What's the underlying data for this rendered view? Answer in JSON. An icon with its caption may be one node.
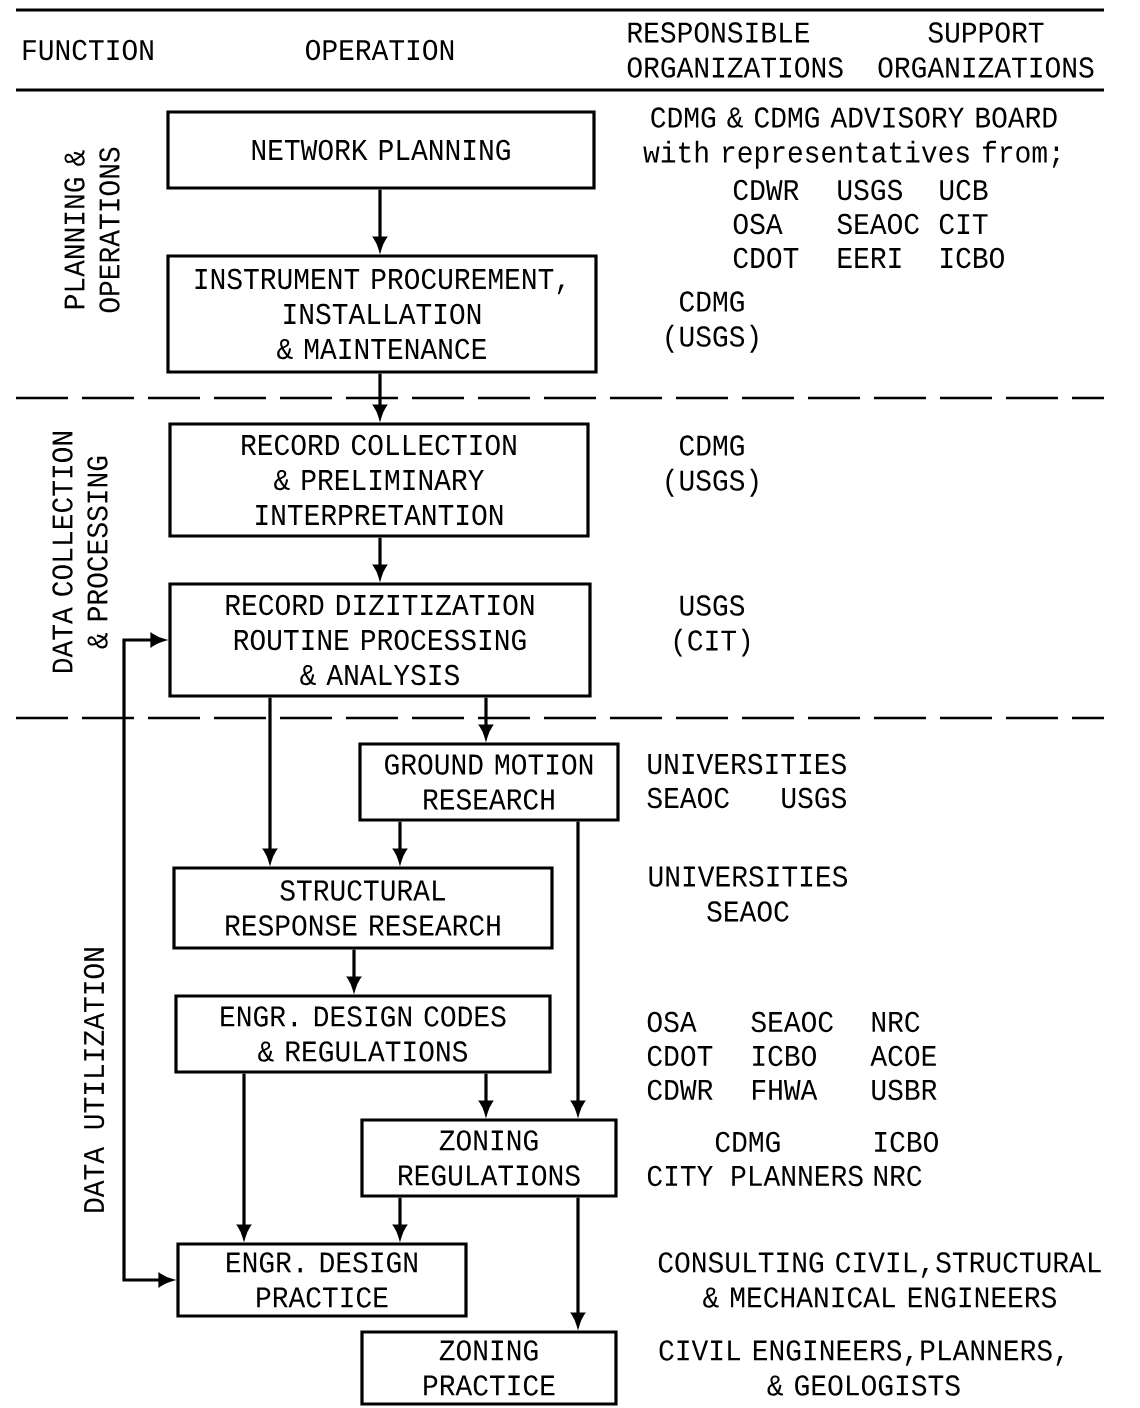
{
  "diagram": {
    "nodes": [
      {
        "text": [
          "NETWORK PLANNING"
        ]
      },
      {
        "text": [
          "INSTRUMENT PROCUREMENT, INSTALLATION & MAINTENANCE"
        ]
      },
      {
        "text": [
          "RECORD COLLECTION & PRELIMINARY INTERPRETANTION"
        ]
      },
      {
        "text": [
          "RECORD DIZITIZATION ROUTINE PROCESSING & ANALYSIS"
        ]
      },
      {
        "text": [
          "GROUND MOTION RESEARCH"
        ]
      },
      {
        "text": [
          "STRUCTURAL RESPONSE RESEARCH"
        ]
      },
      {
        "text": [
          "ENGR. DESIGN CODES & REGULATIONS"
        ]
      },
      {
        "text": [
          "ZONING REGULATIONS"
        ]
      },
      {
        "text": [
          "ENGR. DESIGN PRACTICE"
        ]
      },
      {
        "text": [
          "ZONING PRACTICE"
        ]
      }
    ],
    "edges": [
      {
        "from": 0,
        "to": 1,
        "arrow": "to"
      },
      {
        "from": 1,
        "to": 2,
        "arrow": "to"
      },
      {
        "from": 2,
        "to": 3,
        "arrow": "to"
      },
      {
        "from": 3,
        "to": 4,
        "arrow": "to"
      },
      {
        "from": 3,
        "to": 5,
        "arrow": "to"
      },
      {
        "from": 4,
        "to": 5,
        "arrow": "to"
      },
      {
        "from": 5,
        "to": 6,
        "arrow": "to"
      },
      {
        "from": 6,
        "to": 8,
        "arrow": "to"
      },
      {
        "from": 6,
        "to": 7,
        "arrow": "to"
      },
      {
        "from": 4,
        "to": 7,
        "arrow": "to"
      },
      {
        "from": 7,
        "to": 8,
        "arrow": "to"
      },
      {
        "from": 7,
        "to": 9,
        "arrow": "to"
      },
      {
        "from": 3,
        "to": 8,
        "arrow": "both"
      }
    ],
    "labels": [
      "FUNCTION",
      "OPERATION",
      "RESPONSIBLE ORGANIZATIONS",
      "SUPPORT ORGANIZATIONS",
      "PLANNING & OPERATIONS",
      "DATA COLLECTION & PROCESSING",
      "DATA UTILIZATION",
      "CDMG & CDMG ADVISORY BOARD with representatives from;",
      "CDWR",
      "USGS",
      "UCB",
      "OSA",
      "SEAOC",
      "CIT",
      "CDOT",
      "EERI",
      "ICBO",
      "CDMG (USGS)",
      "CDMG (USGS)",
      "USGS (CIT)",
      "UNIVERSITIES",
      "SEAOC",
      "USGS",
      "UNIVERSITIES SEAOC",
      "OSA",
      "SEAOC",
      "NRC",
      "CDOT",
      "ICBO",
      "ACOE",
      "CDWR",
      "FHWA",
      "USBR",
      "CDMG",
      "ICBO",
      "CITY PLANNERS",
      "NRC",
      "CONSULTING CIVIL,STRUCTURAL & MECHANICAL ENGINEERS",
      "CIVIL ENGINEERS,PLANNERS, & GEOLOGISTS"
    ]
  }
}
